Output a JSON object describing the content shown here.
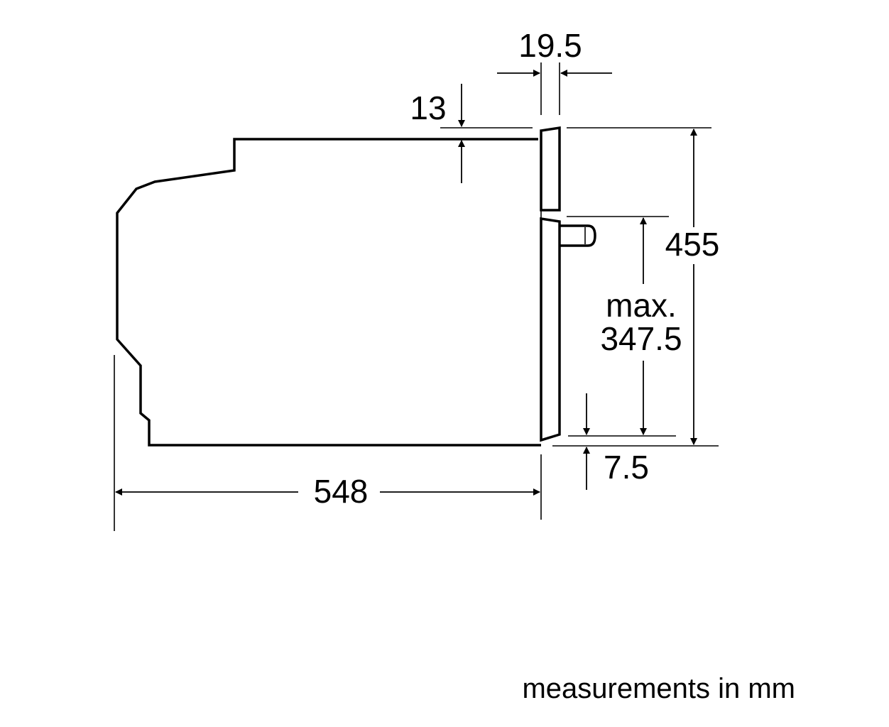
{
  "dimensions": {
    "depth": "548",
    "front_thickness": "19.5",
    "top_offset": "13",
    "height": "455",
    "max_label": "max.",
    "max_value": "347.5",
    "bottom_offset": "7.5"
  },
  "note": "measurements in mm"
}
